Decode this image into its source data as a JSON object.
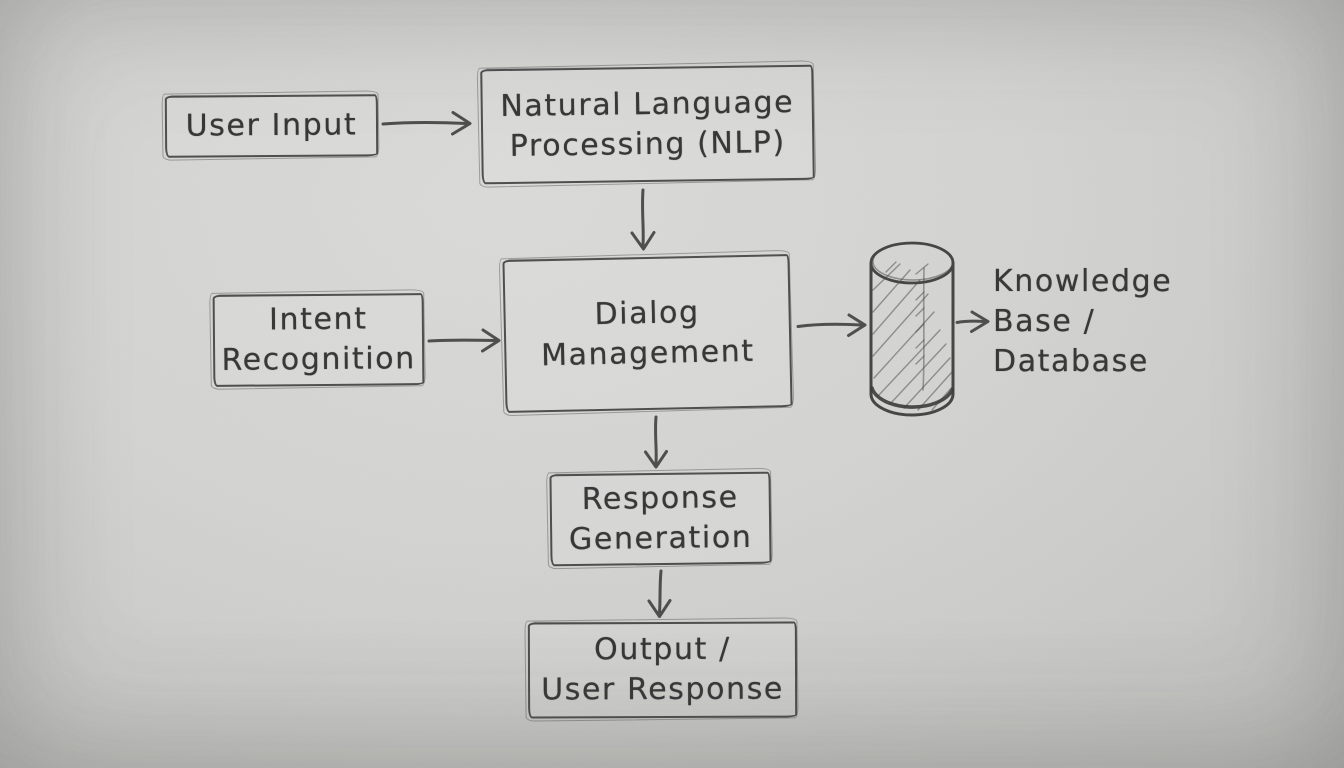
{
  "title": "Chatbot architecture flowchart (hand-drawn)",
  "palette": {
    "paper": "#d3d3d1",
    "ink": "#3c3c3c"
  },
  "nodes": {
    "user_input": {
      "lines": [
        "User Input"
      ]
    },
    "nlp": {
      "lines": [
        "Natural Language",
        "Processing (NLP)"
      ]
    },
    "intent": {
      "lines": [
        "Intent",
        "Recognition"
      ]
    },
    "dialog": {
      "lines": [
        "Dialog",
        "Management"
      ]
    },
    "response": {
      "lines": [
        "Response",
        "Generation"
      ]
    },
    "output": {
      "lines": [
        "Output /",
        "User Response"
      ]
    },
    "knowledge": {
      "lines": [
        "Knowledge",
        "Base /",
        "Database"
      ]
    }
  },
  "icons": {
    "database": "database-cylinder-icon"
  },
  "edges": [
    {
      "from": "user_input",
      "to": "nlp"
    },
    {
      "from": "nlp",
      "to": "dialog"
    },
    {
      "from": "intent",
      "to": "dialog"
    },
    {
      "from": "dialog",
      "to": "database"
    },
    {
      "from": "database",
      "to": "knowledge"
    },
    {
      "from": "dialog",
      "to": "response"
    },
    {
      "from": "response",
      "to": "output"
    }
  ]
}
